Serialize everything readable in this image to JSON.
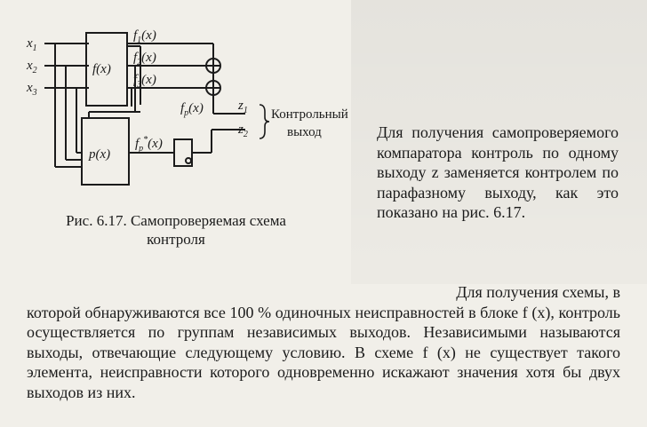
{
  "figure": {
    "inputs": [
      "x",
      "x",
      "x"
    ],
    "input_subs": [
      "1",
      "2",
      "3"
    ],
    "block_f": "f(x)",
    "block_p": "p(x)",
    "f_outputs": [
      "f",
      "f",
      "f"
    ],
    "f_output_subs": [
      "1",
      "2",
      "3"
    ],
    "arg": "(x)",
    "fp_label": "f",
    "fp_sub": "p",
    "fp_star_label": "f",
    "fp_star_sub": "p",
    "z1": "z",
    "z1_sub": "1",
    "z2": "z",
    "z2_sub": "2",
    "control_output_label_1": "Контрольный",
    "control_output_label_2": "выход"
  },
  "caption": {
    "line1": "Рис. 6.17. Самопроверяемая схема",
    "line2": "контроля"
  },
  "para_right": "Для получения самопроверяемого компаратора контроль по одному выходу z заменяется контролем по парафазному выходу, как это показано на рис. 6.17.",
  "para_main_indent": "Для получения схемы, в",
  "para_main_rest": "которой обнаруживаются все 100 % одиночных неисправностей в блоке f (x), контроль осуществляется  по группам независимых выходов. Независимыми называются выходы, отвечающие следующему условию. В схеме f (x) не существует такого элемента, неисправности которого одновременно искажают значения хотя бы двух выходов из них."
}
